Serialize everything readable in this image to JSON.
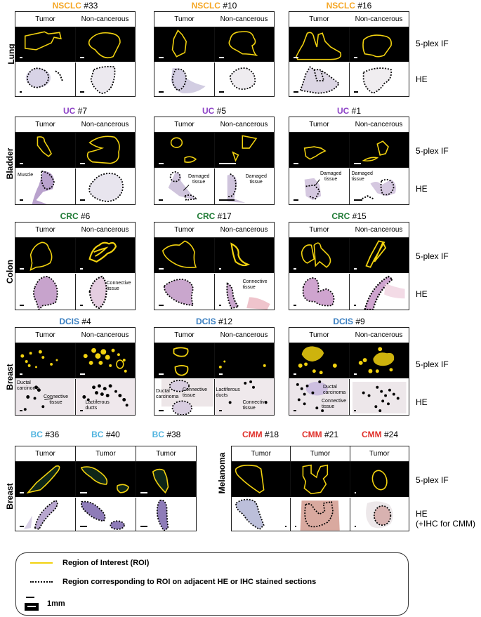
{
  "figure": {
    "row_labels": {
      "if": "5-plex IF",
      "he": "HE",
      "he_ihc": "HE\n(+IHC for CMM)"
    },
    "column_labels": {
      "tumor": "Tumor",
      "normal": "Non-cancerous"
    },
    "colors": {
      "NSCLC": "#f5a623",
      "UC": "#8e44c7",
      "CRC": "#1e7a34",
      "DCIS": "#3a7fc1",
      "BC": "#4fb3df",
      "CMM": "#e0302a",
      "roi": "#f2d20f"
    },
    "organs": [
      "Lung",
      "Bladder",
      "Colon",
      "Breast",
      "Breast",
      "Melanoma"
    ],
    "panels": {
      "lung": [
        {
          "abbr": "NSCLC",
          "id": "#33"
        },
        {
          "abbr": "NSCLC",
          "id": "#10"
        },
        {
          "abbr": "NSCLC",
          "id": "#16"
        }
      ],
      "bladder": [
        {
          "abbr": "UC",
          "id": "#7"
        },
        {
          "abbr": "UC",
          "id": "#5"
        },
        {
          "abbr": "UC",
          "id": "#1"
        }
      ],
      "colon": [
        {
          "abbr": "CRC",
          "id": "#6"
        },
        {
          "abbr": "CRC",
          "id": "#17"
        },
        {
          "abbr": "CRC",
          "id": "#15"
        }
      ],
      "breast_dcis": [
        {
          "abbr": "DCIS",
          "id": "#4"
        },
        {
          "abbr": "DCIS",
          "id": "#12"
        },
        {
          "abbr": "DCIS",
          "id": "#9"
        }
      ],
      "breast_bc": [
        {
          "abbr": "BC",
          "id": "#36"
        },
        {
          "abbr": "BC",
          "id": "#40"
        },
        {
          "abbr": "BC",
          "id": "#38"
        }
      ],
      "melanoma": [
        {
          "abbr": "CMM",
          "id": "#18"
        },
        {
          "abbr": "CMM",
          "id": "#21"
        },
        {
          "abbr": "CMM",
          "id": "#24"
        }
      ]
    },
    "annotations": {
      "muscle": "Muscle",
      "damaged": "Damaged\ntissue",
      "connective": "Connective\ntissue",
      "ductal": "Ductal\ncarcinoma",
      "lactiferous": "Lactiferous\nducts"
    },
    "legend": {
      "roi": "Region of Interest (ROI)",
      "corresponding": "Region corresponding to ROI on adjacent HE or IHC stained sections",
      "scale": "1mm"
    }
  }
}
